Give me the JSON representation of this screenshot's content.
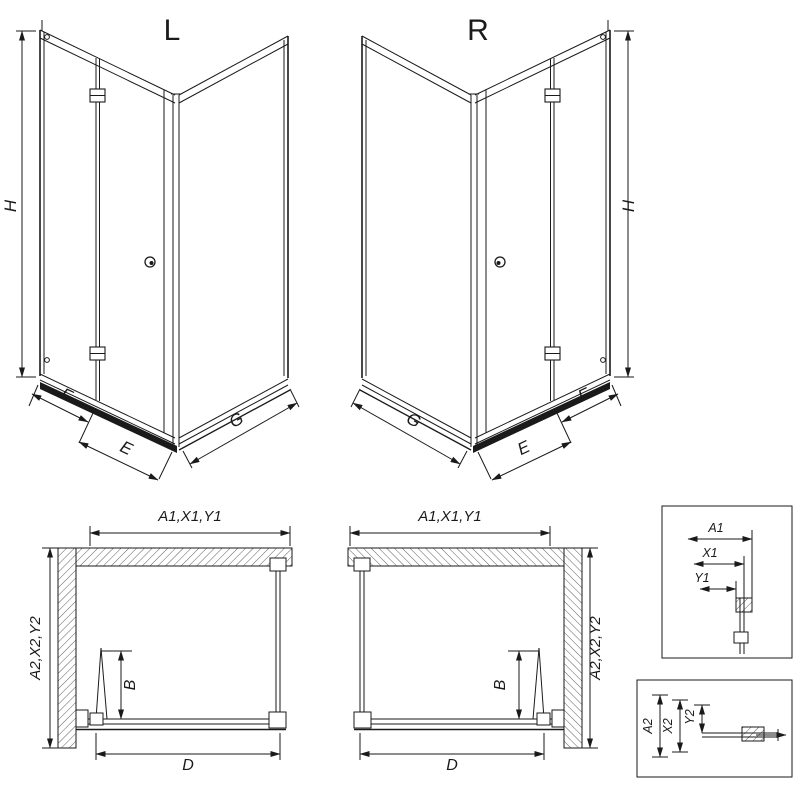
{
  "page": {
    "background": "#ffffff",
    "line_color": "#1a1a1a"
  },
  "front_left": {
    "variant": "L",
    "height": "H",
    "f": "F",
    "e": "E",
    "g": "G"
  },
  "front_right": {
    "variant": "R",
    "height": "H",
    "f": "F",
    "e": "E",
    "g": "G"
  },
  "plan_left": {
    "width_top": "A1,X1,Y1",
    "depth_side": "A2,X2,Y2",
    "fold": "B",
    "bottom": "D"
  },
  "plan_right": {
    "width_top": "A1,X1,Y1",
    "depth_side": "A2,X2,Y2",
    "fold": "B",
    "bottom": "D"
  },
  "detail_top": {
    "a1": "A1",
    "x1": "X1",
    "y1": "Y1"
  },
  "detail_bottom": {
    "a2": "A2",
    "x2": "X2",
    "y2": "Y2"
  }
}
